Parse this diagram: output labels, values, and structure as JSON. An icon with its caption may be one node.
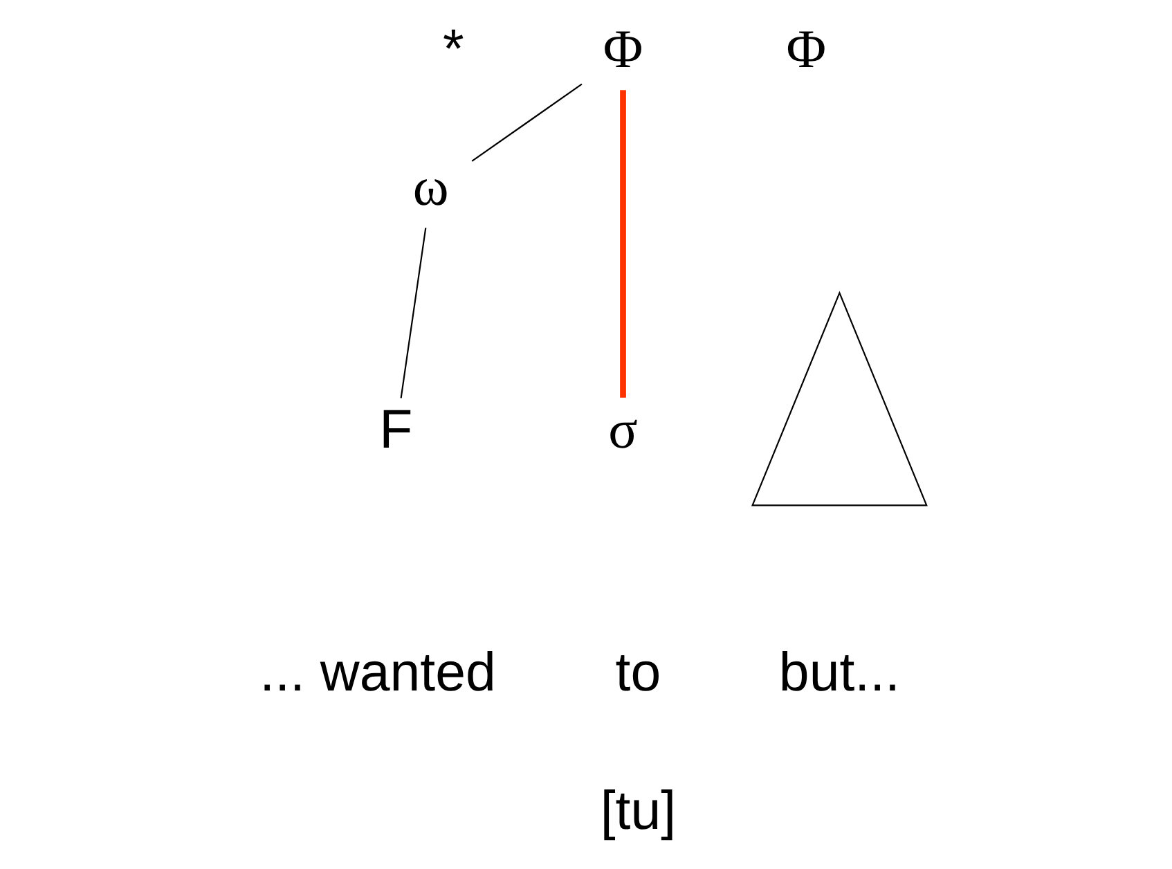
{
  "diagram": {
    "nodes": [
      {
        "text": [
          "Φ"
        ]
      },
      {
        "text": [
          "ω"
        ]
      },
      {
        "text": [
          "F"
        ]
      },
      {
        "text": [
          "σ"
        ]
      },
      {
        "text": [
          "Φ"
        ]
      },
      {
        "text": [],
        "shape": "triangle"
      }
    ],
    "edges": [
      {
        "from": 0,
        "to": 1,
        "arrow": "none"
      },
      {
        "from": 1,
        "to": 2,
        "arrow": "none"
      },
      {
        "from": 0,
        "to": 3,
        "arrow": "none",
        "style": "thick",
        "color": "#ff3300"
      }
    ],
    "labels": [
      "*",
      "... wanted",
      "to",
      "but...",
      "[tu]"
    ]
  }
}
